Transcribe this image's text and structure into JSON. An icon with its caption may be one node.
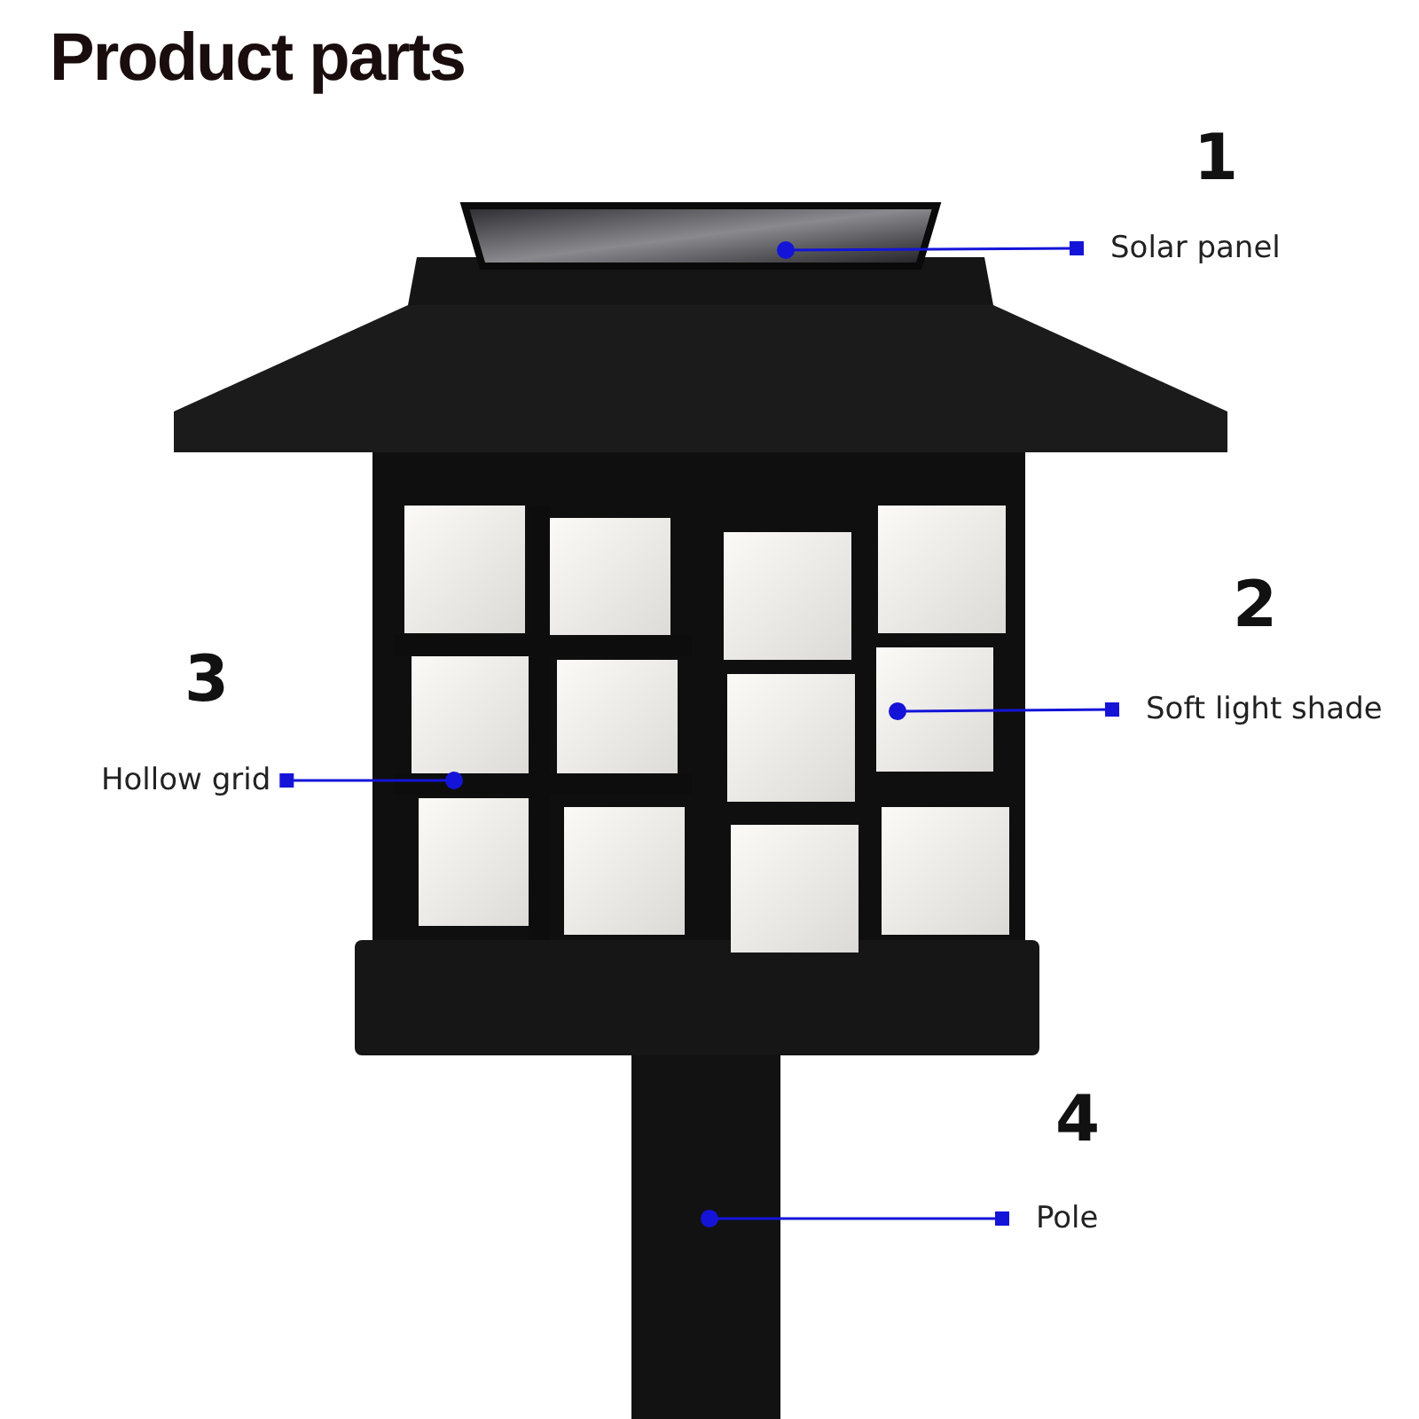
{
  "diagram": {
    "title": "Product parts",
    "nodes": [
      {
        "text": [
          "Solar panel"
        ]
      },
      {
        "text": [],
        "shape": "picture"
      },
      {
        "text": [
          "Soft light shade"
        ]
      },
      {
        "text": [],
        "shape": "picture"
      },
      {
        "text": [
          "Hollow grid"
        ]
      },
      {
        "text": [],
        "shape": "picture"
      },
      {
        "text": [
          "Pole"
        ]
      },
      {
        "text": [],
        "shape": "picture"
      }
    ],
    "edges": [
      {
        "from": 0,
        "to": 1,
        "arrow": "other"
      },
      {
        "from": 2,
        "to": 3,
        "arrow": "other"
      },
      {
        "from": 4,
        "to": 5,
        "arrow": "other"
      },
      {
        "from": 6,
        "to": 7,
        "arrow": "other"
      }
    ],
    "labels": [
      "1",
      "2",
      "3",
      "4"
    ]
  }
}
